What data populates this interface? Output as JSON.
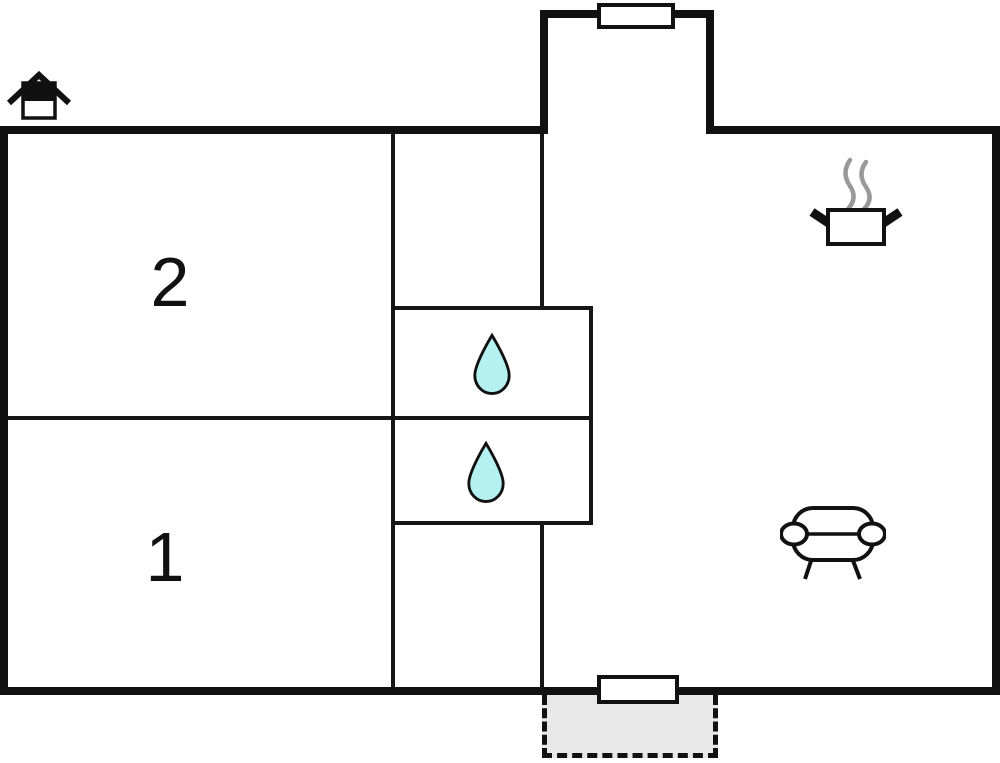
{
  "floorplan": {
    "type": "apartment-floor-plan",
    "rooms": [
      {
        "id": "bedroom-2",
        "label": "2"
      },
      {
        "id": "bedroom-1",
        "label": "1"
      },
      {
        "id": "bathroom-upper",
        "icon": "water-drop-icon"
      },
      {
        "id": "bathroom-lower",
        "icon": "water-drop-icon"
      },
      {
        "id": "kitchen-area",
        "icon": "cooking-pot-icon"
      },
      {
        "id": "living-area",
        "icon": "sofa-icon"
      },
      {
        "id": "terrace",
        "style": "dashed-outline"
      }
    ],
    "icons": [
      {
        "name": "house-icon",
        "meaning": "entrance / plan marker"
      },
      {
        "name": "cooking-pot-icon",
        "meaning": "kitchen"
      },
      {
        "name": "sofa-icon",
        "meaning": "living room"
      },
      {
        "name": "water-drop-icon",
        "meaning": "bathroom / water"
      }
    ],
    "openings": [
      {
        "name": "window-top",
        "side": "top"
      },
      {
        "name": "door-bottom",
        "side": "bottom"
      }
    ],
    "colors": {
      "wall": "#111111",
      "background": "#ffffff",
      "water_drop_fill": "#b5f1f1",
      "terrace_fill": "#e8e8e8",
      "steam": "#999999"
    }
  }
}
